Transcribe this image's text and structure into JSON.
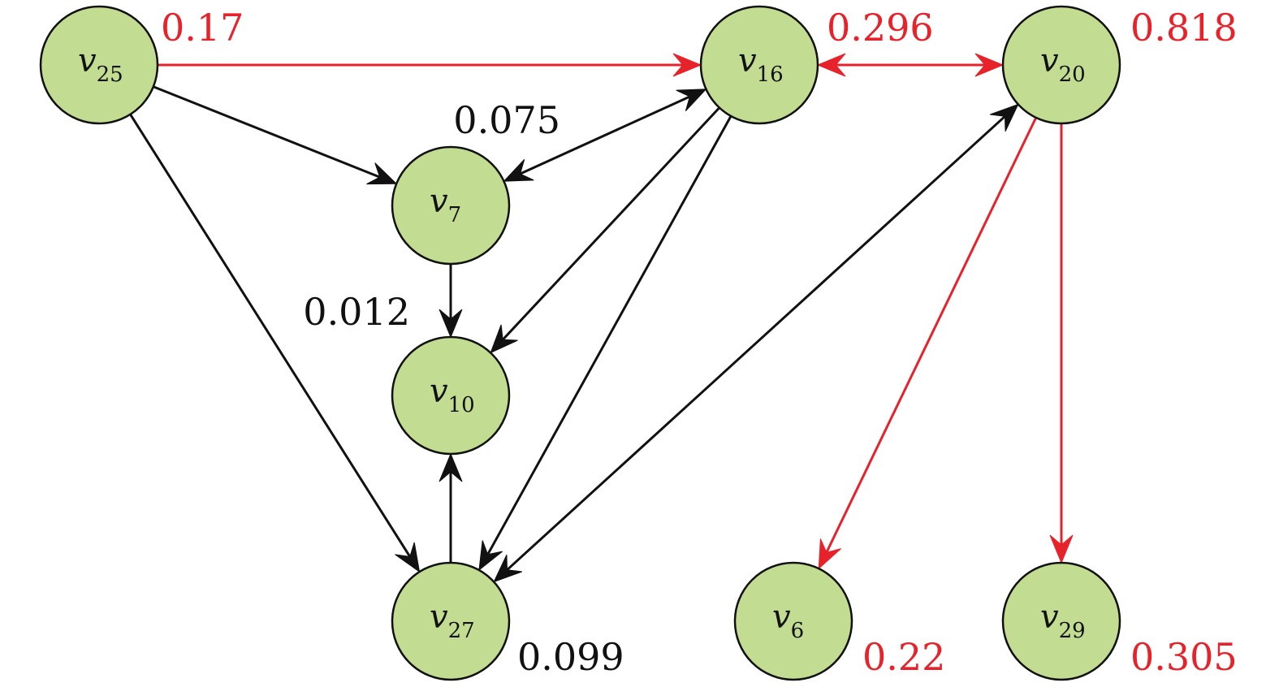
{
  "colors": {
    "node_fill": "#c2dc91",
    "node_stroke": "#111111",
    "black_edge": "#111111",
    "red_edge": "#e8222a"
  },
  "nodes": [
    {
      "id": "v25",
      "base": "v",
      "sub": "25",
      "weight": "0.17",
      "highlight": true
    },
    {
      "id": "v16",
      "base": "v",
      "sub": "16",
      "weight": "0.296",
      "highlight": true
    },
    {
      "id": "v20",
      "base": "v",
      "sub": "20",
      "weight": "0.818",
      "highlight": true
    },
    {
      "id": "v7",
      "base": "v",
      "sub": "7",
      "weight": "0.075",
      "highlight": false
    },
    {
      "id": "v10",
      "base": "v",
      "sub": "10",
      "weight": "0.012",
      "highlight": false
    },
    {
      "id": "v27",
      "base": "v",
      "sub": "27",
      "weight": "0.099",
      "highlight": false
    },
    {
      "id": "v6",
      "base": "v",
      "sub": "6",
      "weight": "0.22",
      "highlight": true
    },
    {
      "id": "v29",
      "base": "v",
      "sub": "29",
      "weight": "0.305",
      "highlight": true
    }
  ],
  "edges": [
    {
      "from": "v25",
      "to": "v16",
      "color": "red",
      "bidirectional": false
    },
    {
      "from": "v16",
      "to": "v20",
      "color": "red",
      "bidirectional": true
    },
    {
      "from": "v20",
      "to": "v6",
      "color": "red",
      "bidirectional": false
    },
    {
      "from": "v20",
      "to": "v29",
      "color": "red",
      "bidirectional": false
    },
    {
      "from": "v25",
      "to": "v7",
      "color": "black",
      "bidirectional": false
    },
    {
      "from": "v25",
      "to": "v27",
      "color": "black",
      "bidirectional": false
    },
    {
      "from": "v16",
      "to": "v7",
      "color": "black",
      "bidirectional": true
    },
    {
      "from": "v16",
      "to": "v10",
      "color": "black",
      "bidirectional": false
    },
    {
      "from": "v16",
      "to": "v27",
      "color": "black",
      "bidirectional": false
    },
    {
      "from": "v7",
      "to": "v10",
      "color": "black",
      "bidirectional": false
    },
    {
      "from": "v27",
      "to": "v10",
      "color": "black",
      "bidirectional": false
    },
    {
      "from": "v20",
      "to": "v27",
      "color": "black",
      "bidirectional": true
    }
  ]
}
